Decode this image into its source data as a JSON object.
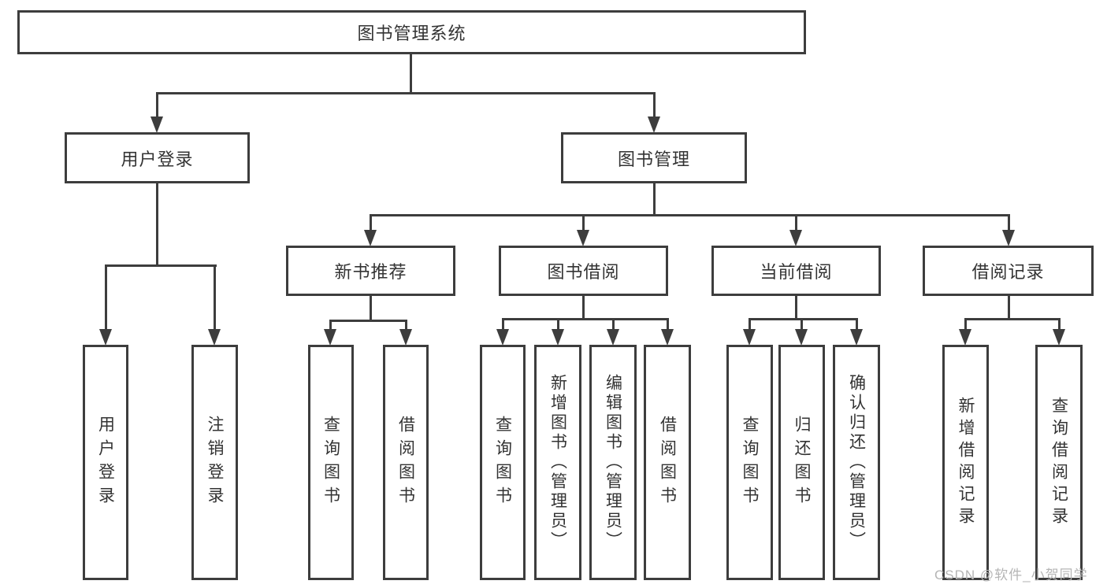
{
  "diagram_type": "tree",
  "nodes": {
    "root": "图书管理系统",
    "user_login": "用户登录",
    "book_mgmt": "图书管理",
    "new_book_rec": "新书推荐",
    "book_borrow": "图书借阅",
    "current_borrow": "当前借阅",
    "borrow_records": "借阅记录",
    "leaf_user_login": "用户登录",
    "leaf_logout": "注销登录",
    "leaf_rec_query": "查询图书",
    "leaf_rec_borrow": "借阅图书",
    "leaf_bb_query": "查询图书",
    "leaf_bb_add": "新增图书（管理员）",
    "leaf_bb_edit": "编辑图书（管理员）",
    "leaf_bb_borrow": "借阅图书",
    "leaf_cb_query": "查询图书",
    "leaf_cb_return": "归还图书",
    "leaf_cb_confirm": "确认归还（管理员）",
    "leaf_br_add": "新增借阅记录",
    "leaf_br_query": "查询借阅记录"
  },
  "hierarchy": {
    "图书管理系统": {
      "用户登录": [
        "用户登录",
        "注销登录"
      ],
      "图书管理": {
        "新书推荐": [
          "查询图书",
          "借阅图书"
        ],
        "图书借阅": [
          "查询图书",
          "新增图书（管理员）",
          "编辑图书（管理员）",
          "借阅图书"
        ],
        "当前借阅": [
          "查询图书",
          "归还图书",
          "确认归还（管理员）"
        ],
        "借阅记录": [
          "新增借阅记录",
          "查询借阅记录"
        ]
      }
    }
  },
  "watermark": "CSDN @软件_小贺同学",
  "colors": {
    "line": "#3d3d3d",
    "text": "#333333",
    "box_background": "#ffffff",
    "watermark": "#b5b5b5",
    "background": "#ffffff"
  }
}
